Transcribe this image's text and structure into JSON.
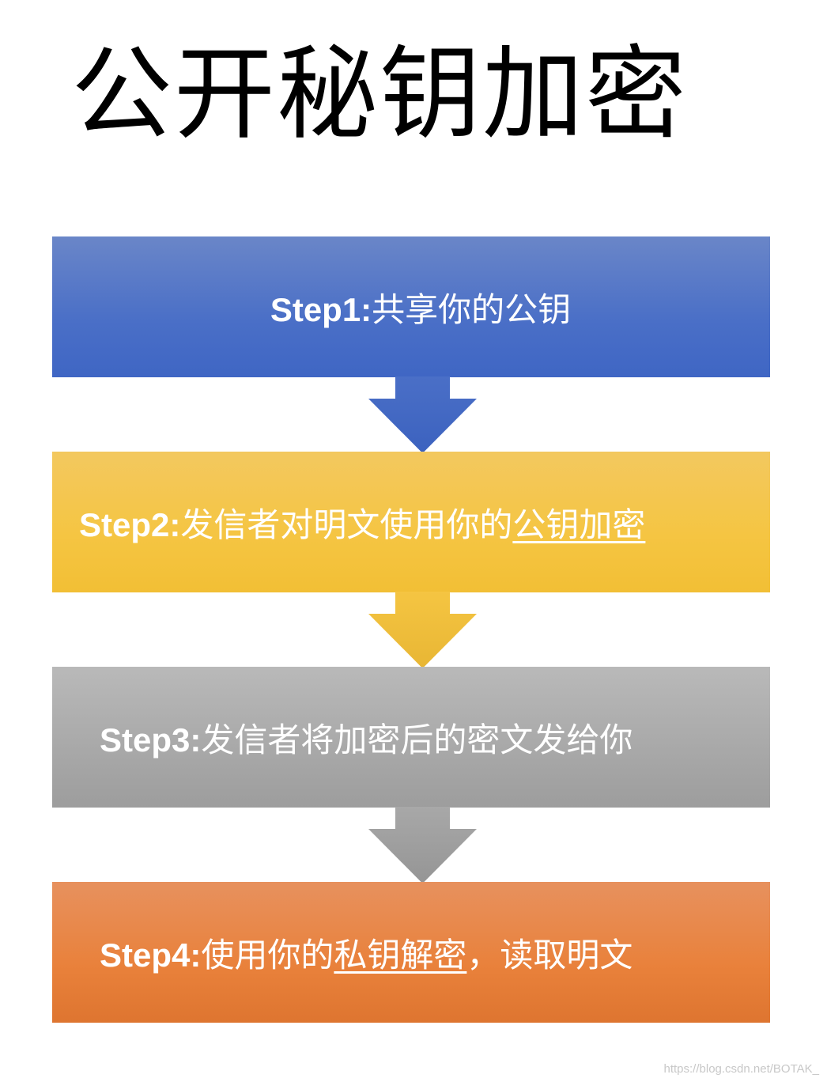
{
  "title": "公开秘钥加密",
  "steps": [
    {
      "label": "Step1:",
      "text_before": "共享你的公钥",
      "underlined": "",
      "text_after": ""
    },
    {
      "label": "Step2:",
      "text_before": "发信者对明文使用你的",
      "underlined": "公钥加密",
      "text_after": ""
    },
    {
      "label": "Step3:",
      "text_before": "发信者将加密后的密文发给你",
      "underlined": "",
      "text_after": ""
    },
    {
      "label": "Step4:",
      "text_before": "使用你的",
      "underlined": "私钥解密",
      "text_after": "，读取明文"
    }
  ],
  "colors": {
    "step1": "#4a6fc7",
    "step2": "#f5c542",
    "step3": "#a8a8a8",
    "step4": "#e9813b"
  },
  "watermark": "https://blog.csdn.net/BOTAK_"
}
